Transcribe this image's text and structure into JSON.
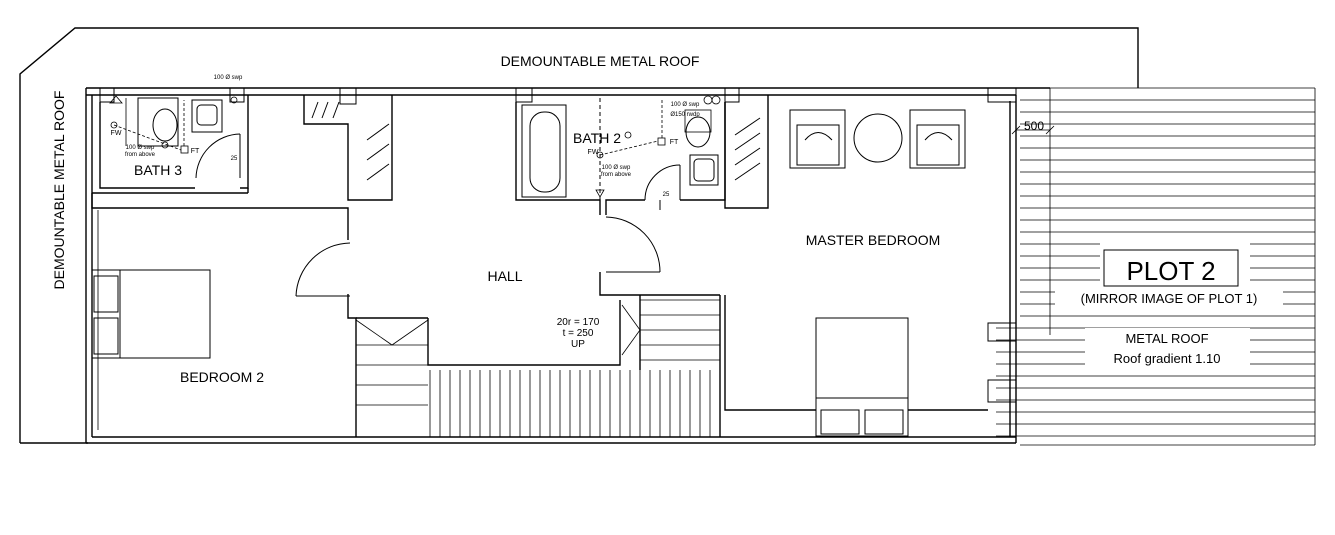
{
  "plan": {
    "roof_top": "DEMOUNTABLE METAL ROOF",
    "roof_left": "DEMOUNTABLE METAL ROOF",
    "rooms": {
      "bath3": "BATH 3",
      "bath2": "BATH 2",
      "hall": "HALL",
      "master_bedroom": "MASTER BEDROOM",
      "bedroom2": "BEDROOM 2"
    },
    "stair": {
      "line1": "20r = 170",
      "line2": "t = 250",
      "line3": "UP"
    },
    "plot": {
      "title": "PLOT 2",
      "subtitle": "(MIRROR IMAGE OF PLOT 1)",
      "roof_label": "METAL ROOF",
      "gradient": "Roof gradient 1.10"
    },
    "dimension_500": "500",
    "notes": {
      "swp_top": "100 Ø swp",
      "fw_b3": "FW",
      "swp_above_b3_1": "100 Ø swp",
      "swp_above_b3_2": "from above",
      "ft_b3": "FT",
      "dim25_b3": "25",
      "swp_b2": "100 Ø swp",
      "rwdp_b2": "Ø150 rwdp",
      "fw_b2": "FW",
      "swp_above_b2_1": "100 Ø swp",
      "swp_above_b2_2": "from above",
      "ft_b2": "FT",
      "dim25_b2": "25"
    }
  }
}
